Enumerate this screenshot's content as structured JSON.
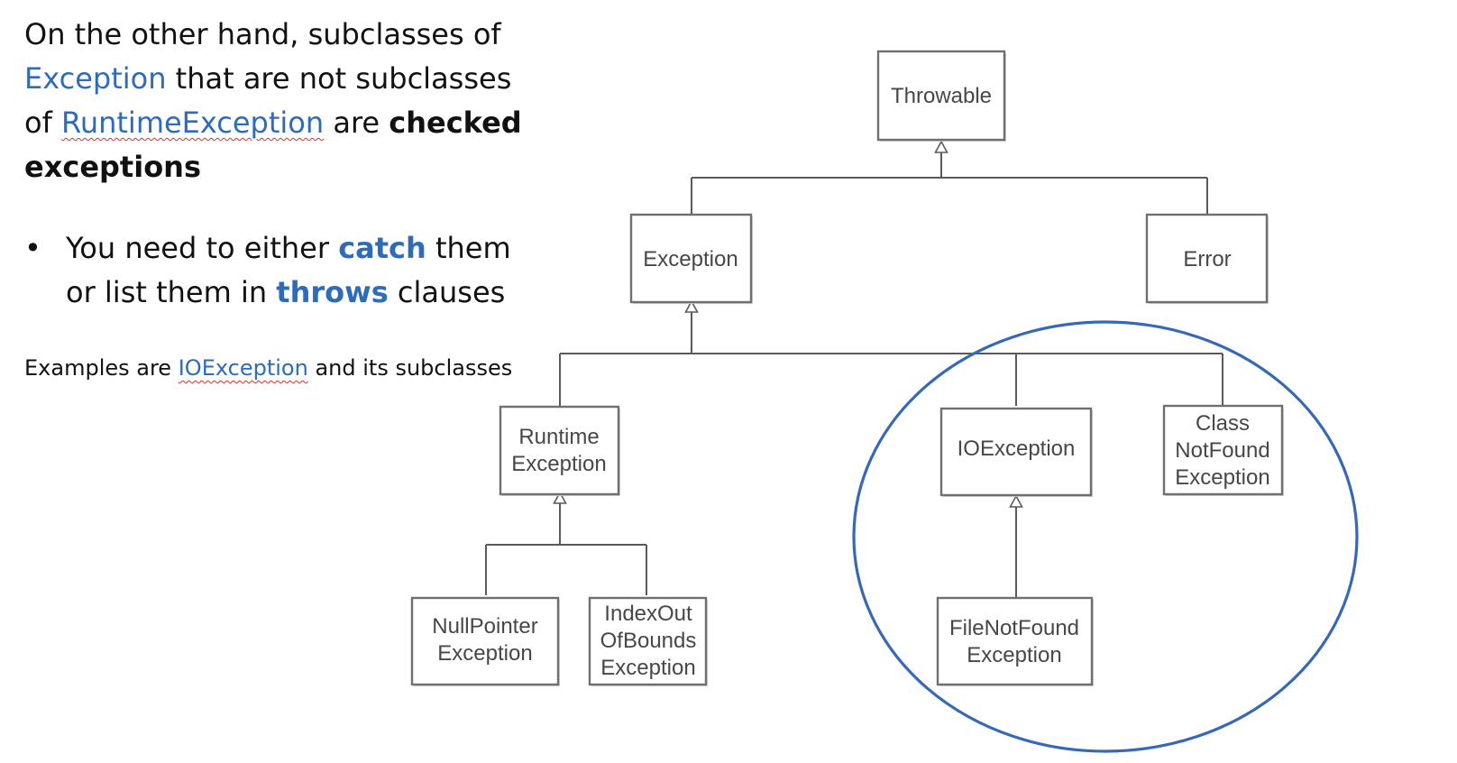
{
  "slide": {
    "intro": {
      "part1": "On the other hand, subclasses of",
      "term_exception": "Exception",
      "part2": "that are not subclasses of",
      "term_runtime": "RuntimeException",
      "part3": "are",
      "emphasis": "checked exceptions"
    },
    "bullet": {
      "marker": "•",
      "part1": "You need to either",
      "keyword_catch": "catch",
      "part2": "them or list them in",
      "keyword_throws": "throws",
      "part3": "clauses"
    },
    "examples": {
      "part1": "Examples are",
      "term": "IOException",
      "part2": "and its subclasses"
    }
  },
  "diagram": {
    "nodes": {
      "throwable": [
        "Throwable"
      ],
      "exception": [
        "Exception"
      ],
      "error": [
        "Error"
      ],
      "runtime_exception": [
        "Runtime",
        "Exception"
      ],
      "io_exception": [
        "IOException"
      ],
      "class_not_found": [
        "Class",
        "NotFound",
        "Exception"
      ],
      "null_pointer": [
        "NullPointer",
        "Exception"
      ],
      "index_out_of_bounds": [
        "IndexOut",
        "OfBounds",
        "Exception"
      ],
      "file_not_found": [
        "FileNotFound",
        "Exception"
      ]
    },
    "highlight_color": "#3768b5",
    "keyword_color": "#2e6bb8"
  }
}
